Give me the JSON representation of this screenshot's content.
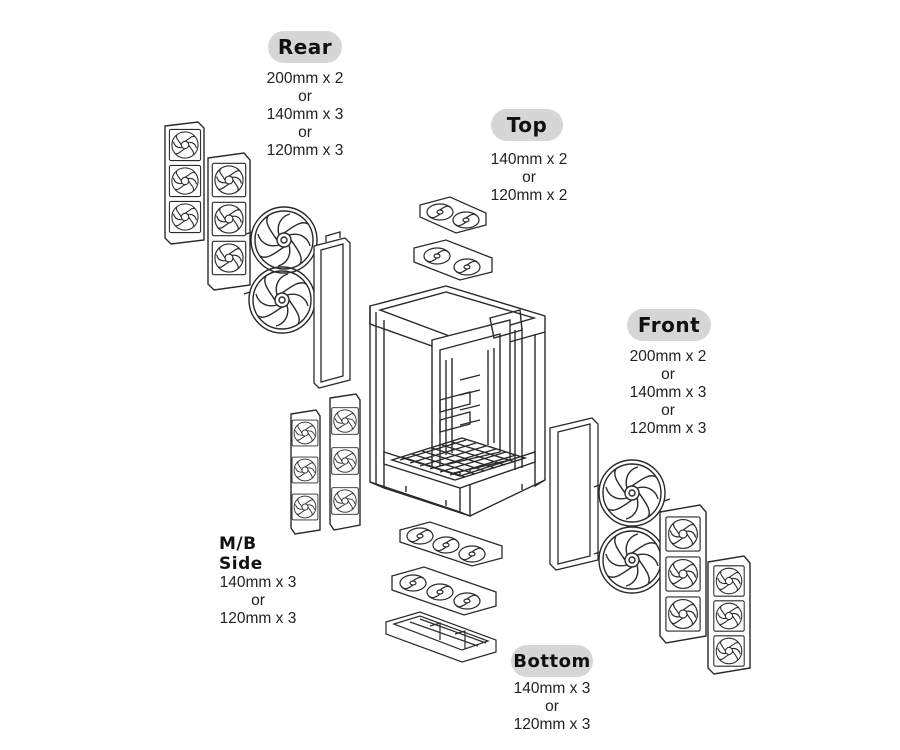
{
  "groups": {
    "rear": {
      "title": "Rear",
      "specs": [
        "200mm x 2",
        "or",
        "140mm x 3",
        "or",
        "120mm x 3"
      ]
    },
    "top": {
      "title": "Top",
      "specs": [
        "140mm x 2",
        "or",
        "120mm x 2"
      ]
    },
    "front": {
      "title": "Front",
      "specs": [
        "200mm x 2",
        "or",
        "140mm x 3",
        "or",
        "120mm x 3"
      ]
    },
    "mbside": {
      "title": "M/B Side",
      "specs": [
        "140mm x 3",
        "or",
        "120mm x 3"
      ]
    },
    "bottom": {
      "title": "Bottom",
      "specs": [
        "140mm x 3",
        "or",
        "120mm x 3"
      ]
    }
  },
  "colors": {
    "line": "#2a2a2a",
    "pill": "#d6d6d6",
    "text": "#222222"
  },
  "icons": [
    "fan-icon",
    "radiator-icon",
    "case-chassis-icon",
    "bracket-icon",
    "dust-filter-icon"
  ]
}
